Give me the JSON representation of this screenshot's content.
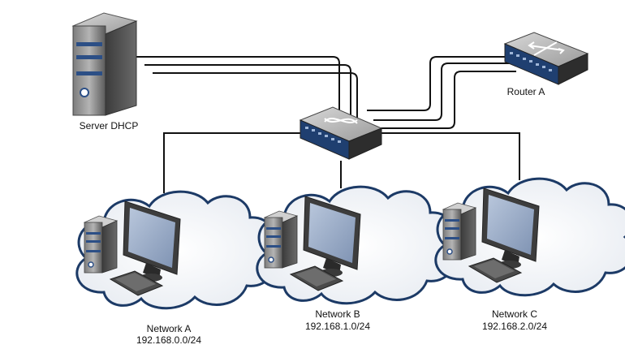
{
  "diagram": {
    "server": {
      "name": "Server DHCP",
      "icon": "server-tower-icon"
    },
    "router": {
      "name": "Router A",
      "icon": "router-icon"
    },
    "switch": {
      "icon": "switch-icon"
    },
    "networks": [
      {
        "name": "Network A",
        "subnet": "192.168.0.0/24"
      },
      {
        "name": "Network B",
        "subnet": "192.168.1.0/24"
      },
      {
        "name": "Network C",
        "subnet": "192.168.2.0/24"
      }
    ]
  }
}
